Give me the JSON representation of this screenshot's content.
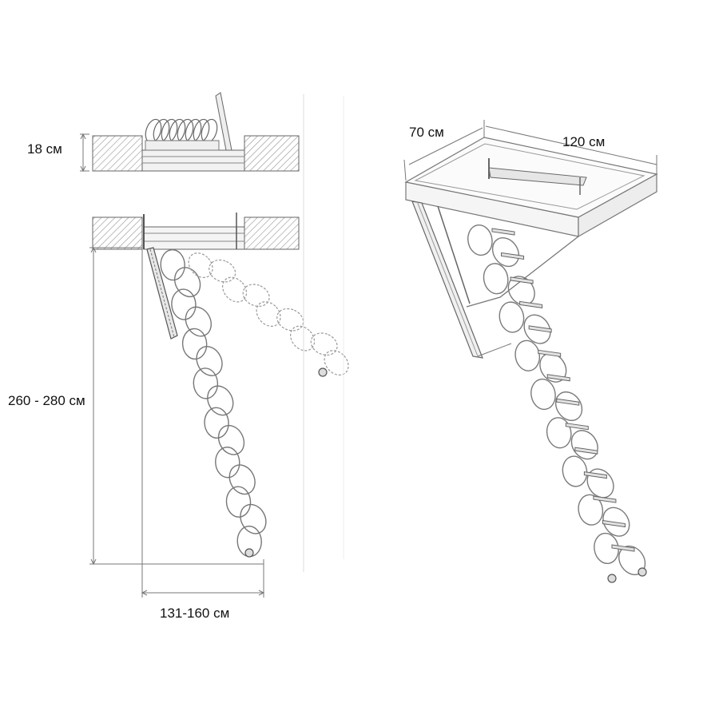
{
  "dimensions": {
    "slab_thickness": "18 см",
    "ceiling_height": "260 - 280 см",
    "horizontal_reach": "131-160 см",
    "hatch_width": "70 см",
    "hatch_length": "120 см"
  },
  "colors": {
    "line": "#8a8a8a",
    "dark_line": "#555555",
    "hatch": "#9a9a9a",
    "text": "#111111"
  }
}
